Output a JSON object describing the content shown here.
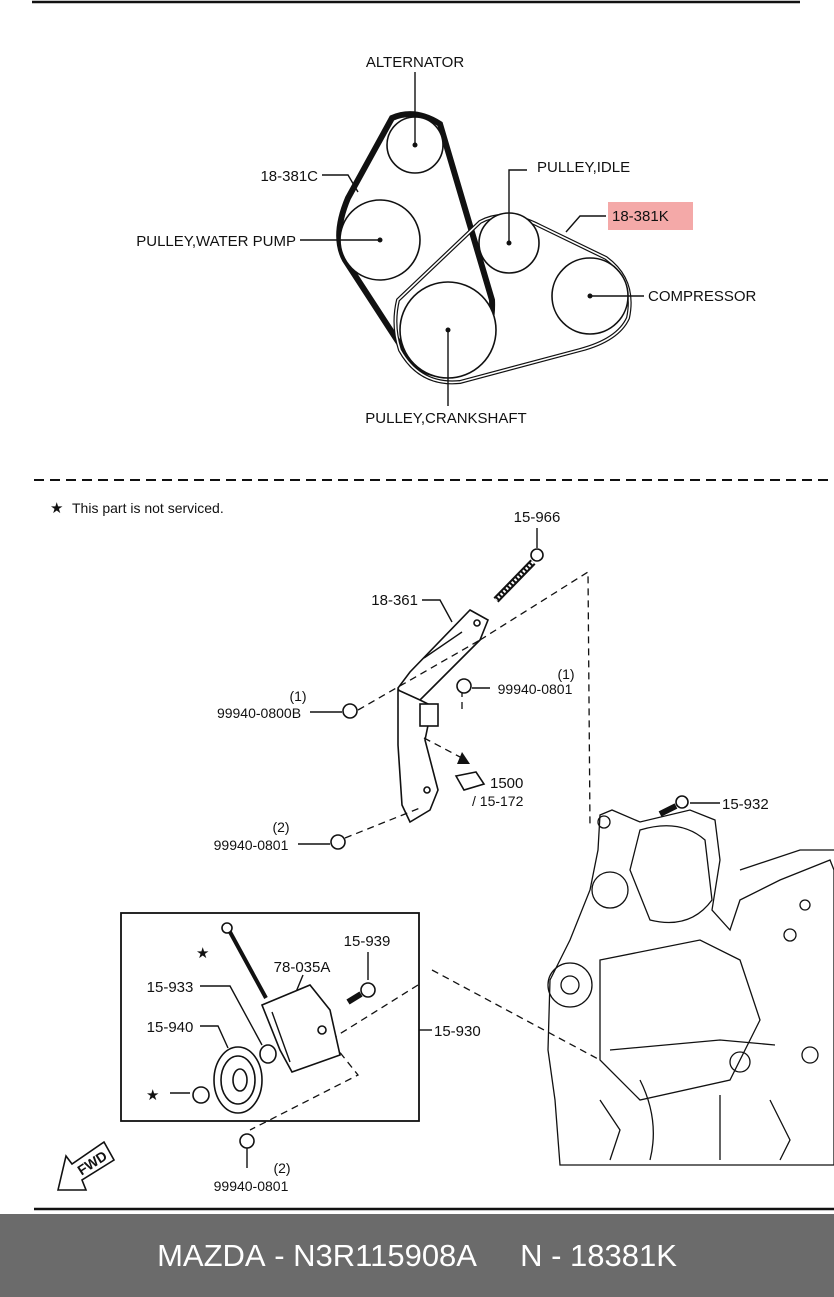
{
  "belt_diagram": {
    "alternator": "ALTERNATOR",
    "belt_c": "18-381C",
    "pulley_idle": "PULLEY,IDLE",
    "belt_k": "18-381K",
    "water_pump": "PULLEY,WATER PUMP",
    "compressor": "COMPRESSOR",
    "crankshaft": "PULLEY,CRANKSHAFT",
    "highlight_color": "#f4a9a8"
  },
  "note": {
    "star_glyph": "★",
    "text": "This part is not serviced."
  },
  "parts": {
    "bolt_top": "15-966",
    "bracket": "18-361",
    "nut_left_qty": "(1)",
    "nut_left": "99940-0800B",
    "nut_right_qty": "(1)",
    "nut_right": "99940-0801",
    "ref_main": "1500",
    "ref_sub": "/ 15-172",
    "bolt_right": "15-932",
    "nut_lower_qty": "(2)",
    "nut_lower": "99940-0801",
    "bolt_box": "15-939",
    "bracket_box": "78-035A",
    "spacer": "15-933",
    "idler": "15-940",
    "assembly": "15-930",
    "nut_bottom_qty": "(2)",
    "nut_bottom": "99940-0801",
    "fwd": "FWD"
  },
  "footer": {
    "brand": "MAZDA",
    "sep1": " - ",
    "part_number": "N3R115908A",
    "gap": "     ",
    "code_prefix": "N",
    "sep2": " - ",
    "code": "18381K"
  }
}
